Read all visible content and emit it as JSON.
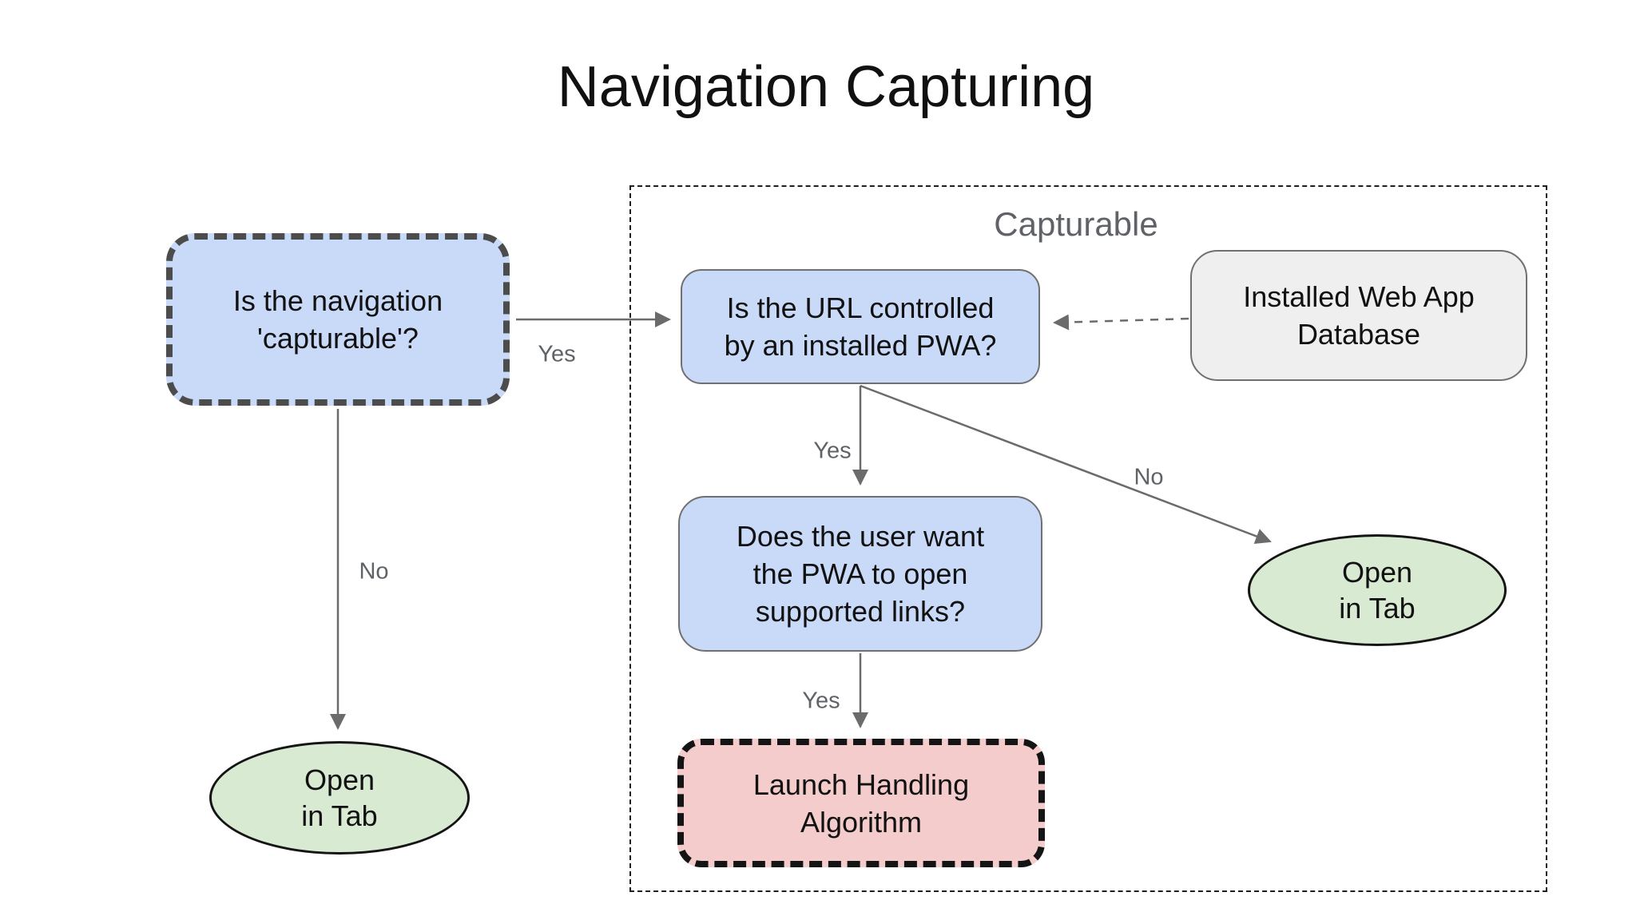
{
  "title": "Navigation Capturing",
  "container": {
    "label": "Capturable"
  },
  "nodes": {
    "capturable_question": {
      "text": "Is the navigation\n'capturable'?"
    },
    "url_controlled": {
      "text": "Is the URL controlled\nby an installed PWA?"
    },
    "installed_db": {
      "text": "Installed Web App\nDatabase"
    },
    "user_want": {
      "text": "Does the user want\nthe PWA to open\nsupported links?"
    },
    "launch_handling": {
      "text": "Launch Handling\nAlgorithm"
    },
    "open_in_tab_left": {
      "text": "Open\nin Tab"
    },
    "open_in_tab_right": {
      "text": "Open\nin Tab"
    }
  },
  "edges": {
    "capturable_yes": "Yes",
    "capturable_no": "No",
    "url_yes": "Yes",
    "url_no": "No",
    "user_yes": "Yes"
  },
  "palette": {
    "decision_fill": "#c9daf8",
    "terminal_fill": "#d9ead3",
    "process_fill": "#f4cccc",
    "data_fill": "#efefef",
    "dashed_box_border": "#4c4c4c",
    "solid_box_border": "#707070",
    "connector": "#6b6b6b",
    "label_gray": "#5f6368",
    "text": "#111111"
  }
}
